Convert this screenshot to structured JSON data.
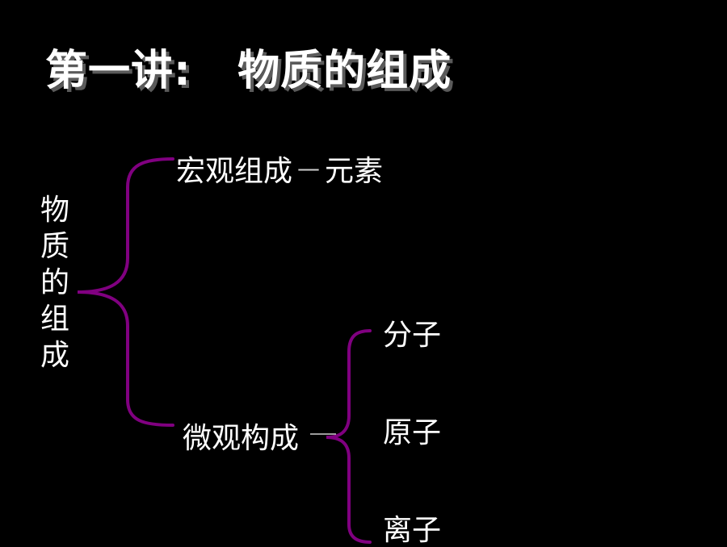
{
  "title": "第一讲:   物质的组成",
  "root": [
    "物",
    "质",
    "的",
    "组",
    "成"
  ],
  "macro": {
    "label": "宏观组成",
    "dash": "—",
    "value": "元素"
  },
  "micro": {
    "label": "微观构成",
    "items": [
      "分子",
      "原子",
      "离子"
    ]
  },
  "colors": {
    "background": "#000000",
    "text": "#ffffff",
    "bracket": "#800080"
  }
}
